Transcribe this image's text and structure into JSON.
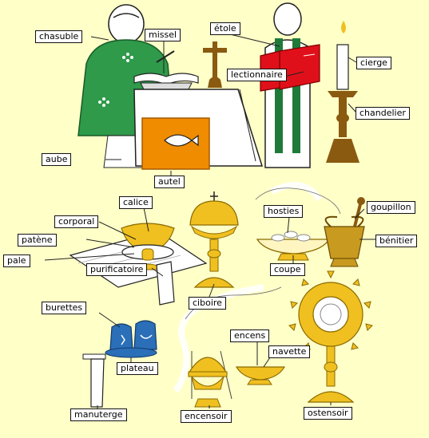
{
  "labels": {
    "chasuble": "chasuble",
    "missel": "missel",
    "etole": "étole",
    "lectionnaire": "lectionnaire",
    "cierge": "cierge",
    "chandelier": "chandelier",
    "aube": "aube",
    "autel": "autel",
    "calice": "calice",
    "corporal": "corporal",
    "patene": "patène",
    "pale": "pale",
    "purificatoire": "purificatoire",
    "ciboire": "ciboire",
    "hosties": "hosties",
    "goupillon": "goupillon",
    "benitier": "bénitier",
    "coupe": "coupe",
    "burettes": "burettes",
    "plateau": "plateau",
    "manuterge": "manuterge",
    "encens": "encens",
    "navette": "navette",
    "encensoir": "encensoir",
    "ostensoir": "ostensoir"
  },
  "colors": {
    "background": "#ffffc8",
    "vestment_green": "#2e9a4a",
    "altar_orange": "#f08c00",
    "gold": "#f0c020",
    "lectionary_red": "#e0101a",
    "cruet_blue": "#2a6fb8",
    "candle_brown": "#8a5a10"
  }
}
